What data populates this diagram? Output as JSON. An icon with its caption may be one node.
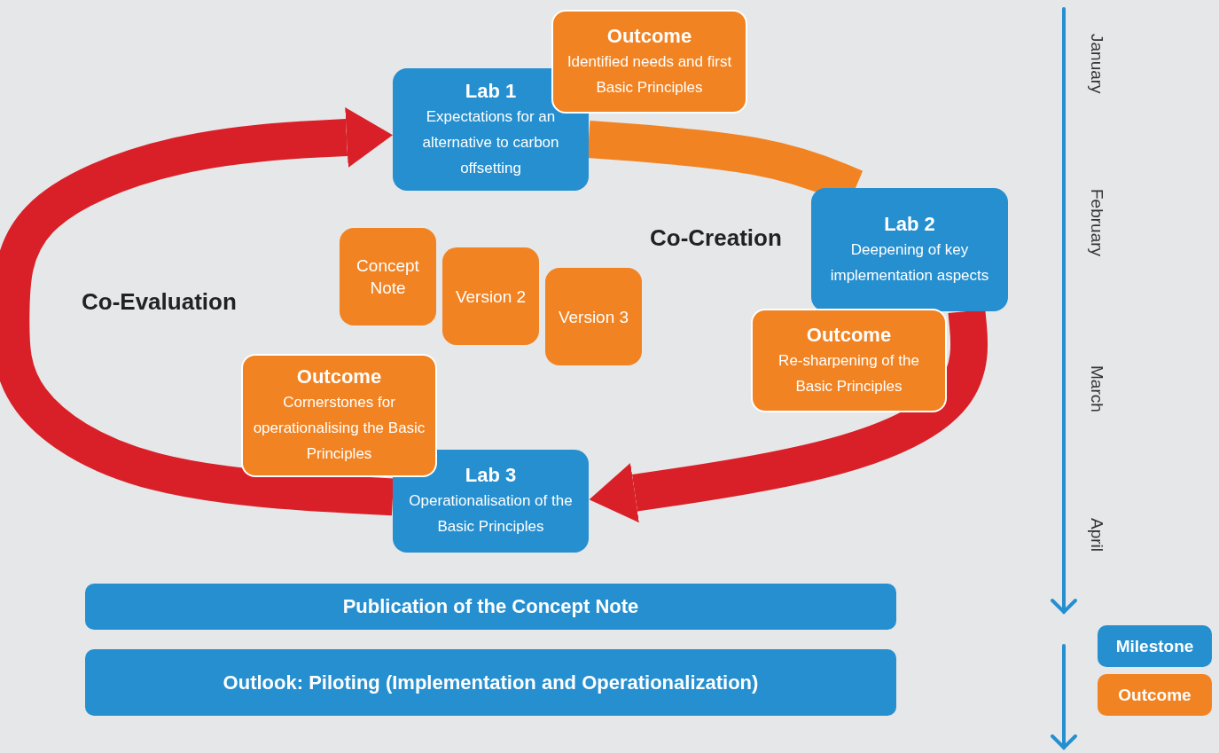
{
  "diagram": {
    "nodes": [
      {
        "text": [
          "Lab 1",
          "Expectations for an alternative to carbon offsetting"
        ]
      },
      {
        "text": [
          "Outcome",
          "Identified needs and first Basic Principles"
        ]
      },
      {
        "text": [
          "Lab 2",
          "Deepening of key implementation aspects"
        ]
      },
      {
        "text": [
          "Outcome",
          "Re-sharpening of the Basic Principles"
        ]
      },
      {
        "text": [
          "Lab 3",
          "Operationalisation of the Basic Principles"
        ]
      },
      {
        "text": [
          "Outcome",
          "Cornerstones for operationalising the Basic Principles"
        ]
      },
      {
        "text": [
          "Concept Note"
        ]
      },
      {
        "text": [
          "Version 2"
        ]
      },
      {
        "text": [
          "Version 3"
        ]
      },
      {
        "text": [
          "Publication of the Concept Note"
        ]
      },
      {
        "text": [
          "Outlook: Piloting (Implementation and Operationalization)"
        ]
      }
    ],
    "edges": [
      {
        "from": 0,
        "to": 2,
        "arrow": "none",
        "color": "#f28322"
      },
      {
        "from": 2,
        "to": 4,
        "arrow": "to",
        "color": "#d92028"
      },
      {
        "from": 4,
        "to": 0,
        "arrow": "to",
        "color": "#d92028"
      }
    ],
    "labels": [
      "Co-Creation",
      "Co-Evaluation",
      "January",
      "February",
      "March",
      "April"
    ],
    "legend": [
      {
        "text": "Milestone",
        "color": "#258fd0"
      },
      {
        "text": "Outcome",
        "color": "#f28322"
      }
    ]
  }
}
